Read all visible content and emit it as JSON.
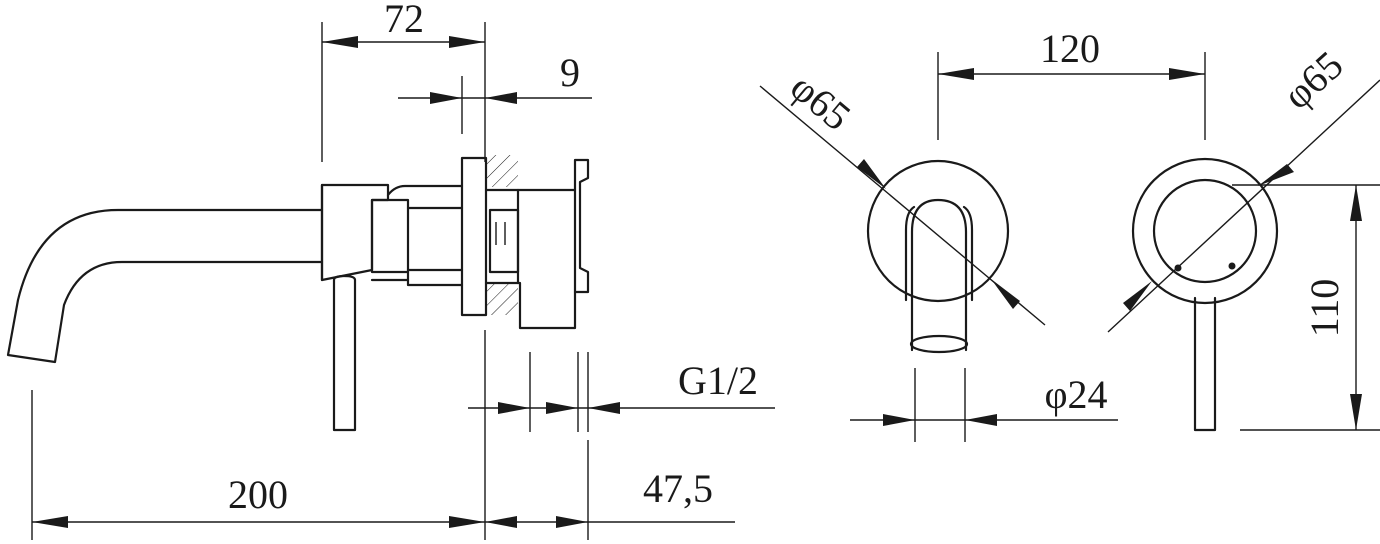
{
  "dimensions": {
    "side": {
      "backplate_depth": "72",
      "plate_thickness": "9",
      "thread": "G1/2",
      "spout_length": "200",
      "body_length": "47,5"
    },
    "front": {
      "center_distance": "120",
      "left_rosette": "φ65",
      "right_rosette": "φ65",
      "spout_diameter": "φ24",
      "handle_height": "110"
    }
  },
  "colors": {
    "line": "#1a1a1a",
    "background": "#ffffff"
  }
}
